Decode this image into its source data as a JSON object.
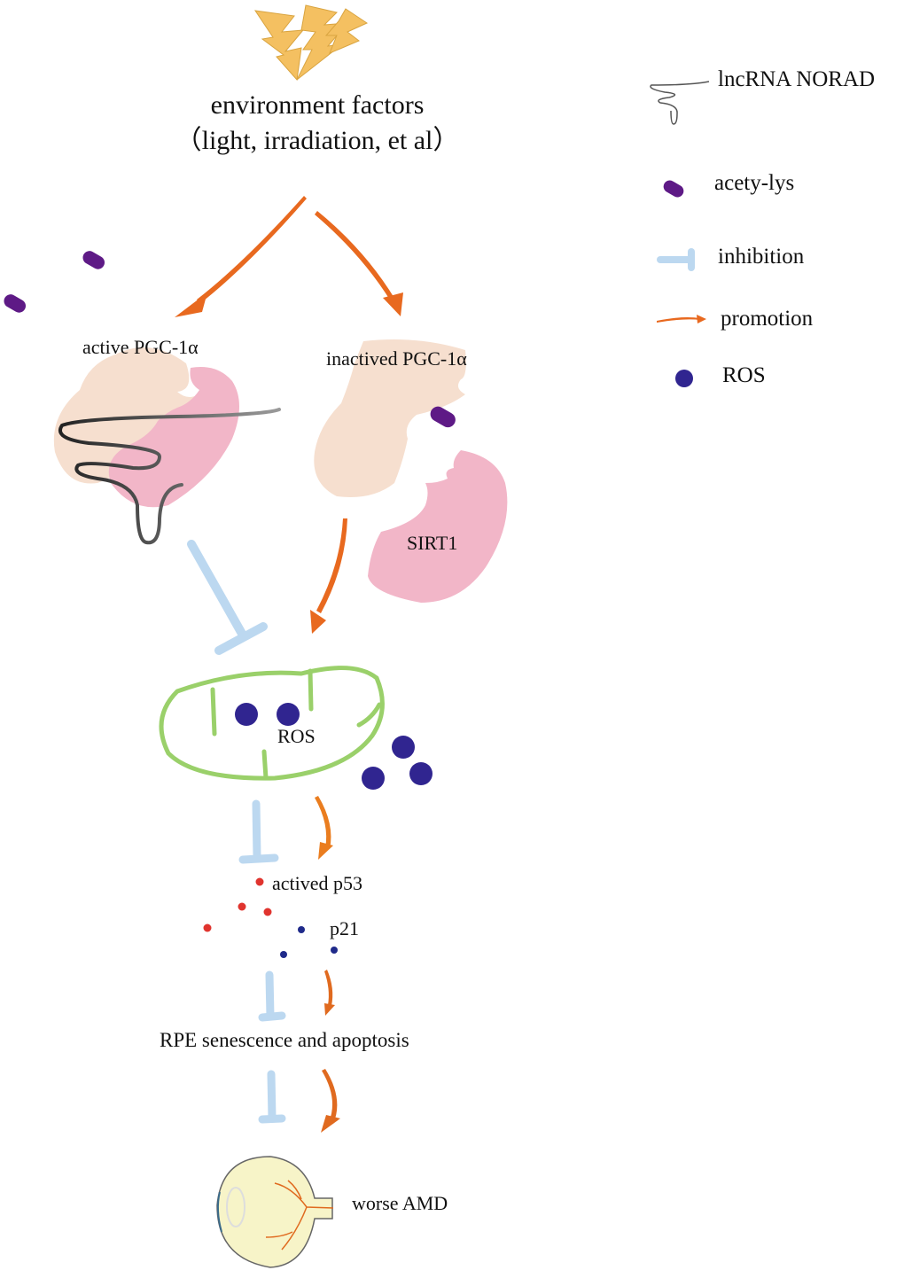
{
  "title": {
    "line1": "environment factors",
    "line2": "（light, irradiation, et al）"
  },
  "nodes": {
    "active_pgc": "active PGC-1α",
    "inactive_pgc": "inactived PGC-1α",
    "sirt1": "SIRT1",
    "ros": "ROS",
    "p53": "actived p53",
    "p21": "p21",
    "rpe": "RPE senescence and apoptosis",
    "amd": "worse AMD"
  },
  "legend": {
    "items": [
      {
        "icon": "lncrna-icon",
        "label": "lncRNA NORAD"
      },
      {
        "icon": "acetyl-lysine-icon",
        "label": "acety-lys"
      },
      {
        "icon": "inhibition-icon",
        "label": "inhibition"
      },
      {
        "icon": "promotion-icon",
        "label": "promotion"
      },
      {
        "icon": "ros-icon",
        "label": "ROS"
      }
    ]
  },
  "colors": {
    "promotion": "#e8691f",
    "inhibition": "#bcd8f0",
    "acetyl_lys": "#5e1a86",
    "ros": "#302590",
    "p53_dot": "#e0342e",
    "p21_dot": "#1f2a8a",
    "pgc": "#f6dfcf",
    "sirt1": "#f2b6c8",
    "mitochondrion": "#9ad06a",
    "lightning": "#f4c061",
    "eye": "#f7f4c8"
  }
}
